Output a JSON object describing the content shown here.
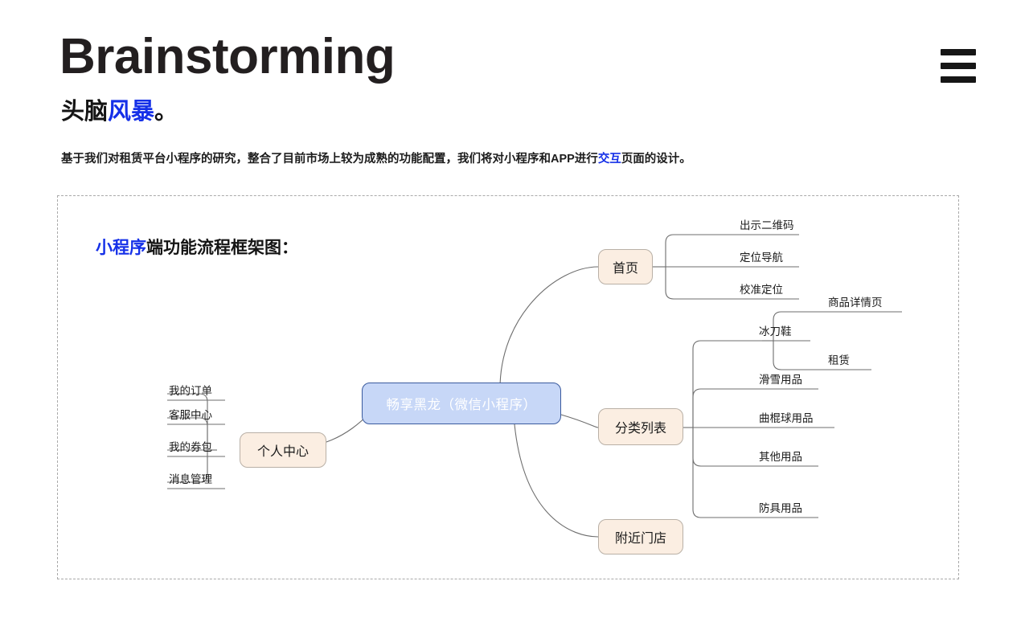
{
  "header": {
    "title": "Brainstorming",
    "subtitle_plain_1": "头脑",
    "subtitle_accent": "风暴",
    "subtitle_plain_2": "。",
    "description_1": "基于我们对租赁平台小程序的研究，整合了目前市场上较为成熟的功能配置，我们将对小程序和APP进行",
    "description_accent": "交互",
    "description_2": "页面的设计。",
    "menu_icon": "hamburger-menu-icon"
  },
  "canvas": {
    "section_title_accent": "小程序",
    "section_title_rest": "端功能流程框架图："
  },
  "mindmap": {
    "root": "畅享黑龙（微信小程序）",
    "branches": {
      "home": "首页",
      "category": "分类列表",
      "nearby": "附近门店",
      "profile": "个人中心"
    },
    "home_children": [
      "出示二维码",
      "定位导航",
      "校准定位"
    ],
    "category_children": [
      "冰刀鞋",
      "滑雪用品",
      "曲棍球用品",
      "其他用品",
      "防具用品"
    ],
    "skate_children": [
      "商品详情页",
      "租赁"
    ],
    "profile_children": [
      "我的订单",
      "客服中心",
      "我的券包",
      "消息管理"
    ]
  },
  "colors": {
    "accent_blue": "#1530e8",
    "root_fill": "#c7d7f7",
    "root_stroke": "#3a5a9e",
    "branch_fill": "#fbeee2",
    "branch_stroke": "#b9b0a6",
    "connector": "#6d6d6d",
    "canvas_border": "#a9a9a9"
  }
}
